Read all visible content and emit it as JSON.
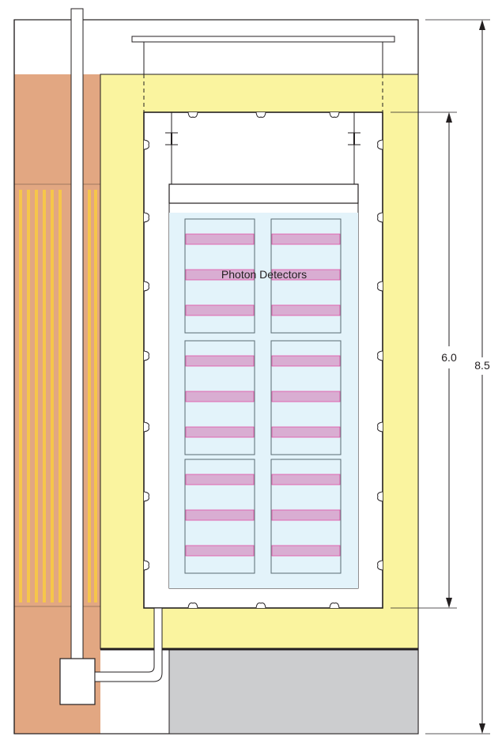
{
  "labels": {
    "photon_detectors": "Photon Detectors",
    "inner_height": "6.0",
    "outer_height": "8.5"
  },
  "colors": {
    "insulation": "#faf49f",
    "rock": "#e2a782",
    "rock_stripe": "#f6c64a",
    "detector_bg": "#e3f3fa",
    "photon_bar": "#d9add2",
    "photon_bar_edge": "#e052a5",
    "floor": "#cccdcf",
    "outline": "#231f20"
  },
  "grid": {
    "columns": 2,
    "rows": 3,
    "bars_per_module": 3
  }
}
